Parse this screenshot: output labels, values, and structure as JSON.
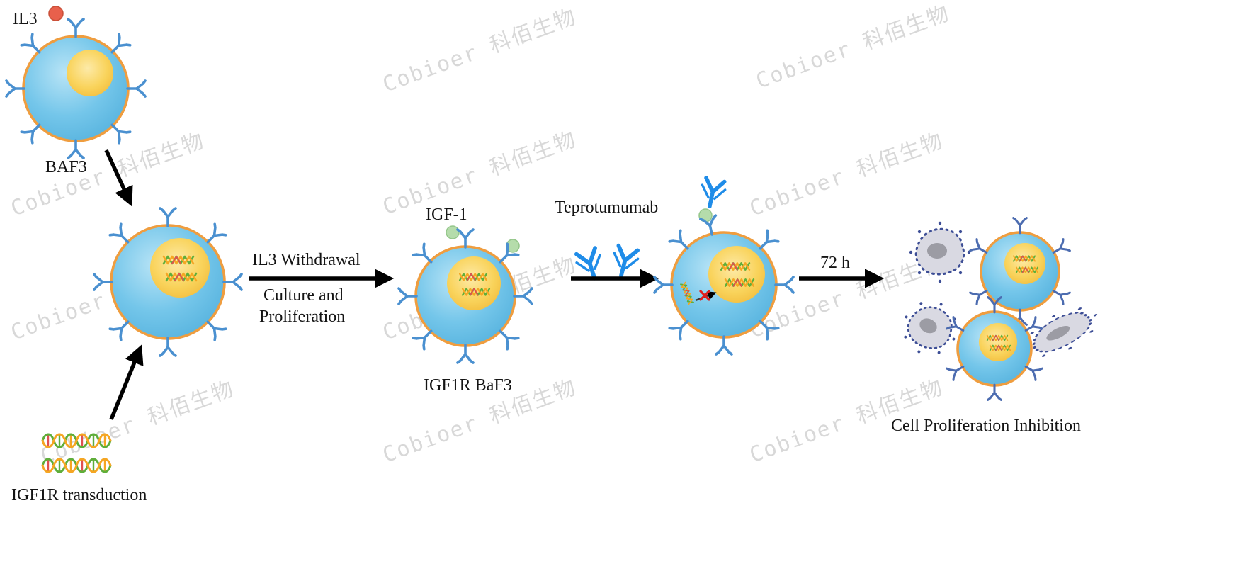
{
  "watermark": {
    "text": "Cobioer 科佰生物"
  },
  "labels": {
    "il3": "IL3",
    "baf3": "BAF3",
    "igf1r_transduction": "IGF1R transduction",
    "il3_withdrawal": "IL3 Withdrawal",
    "culture_and": "Culture and",
    "proliferation": "Proliferation",
    "igf1": "IGF-1",
    "igf1r_baf3": "IGF1R BaF3",
    "teprotumumab": "Teprotumumab",
    "duration": "72 h",
    "result": "Cell Proliferation Inhibition"
  },
  "colors": {
    "cell_body": "#74c6ea",
    "cell_membrane": "#ef9d3f",
    "nucleus": "#f9d35b",
    "receptor": "#4a90d0",
    "antibody": "#1f8ce8",
    "il3_ligand": "#e8604c",
    "igf1_ligand": "#b5dcab",
    "dna_green": "#5fae3a",
    "dna_orange": "#f5a623",
    "dna_red": "#e05050",
    "apoptotic_body": "#d9d9e2",
    "apoptotic_border": "#3d4e96",
    "arrow": "#000000",
    "watermark_gray": "#bdbdbd"
  }
}
